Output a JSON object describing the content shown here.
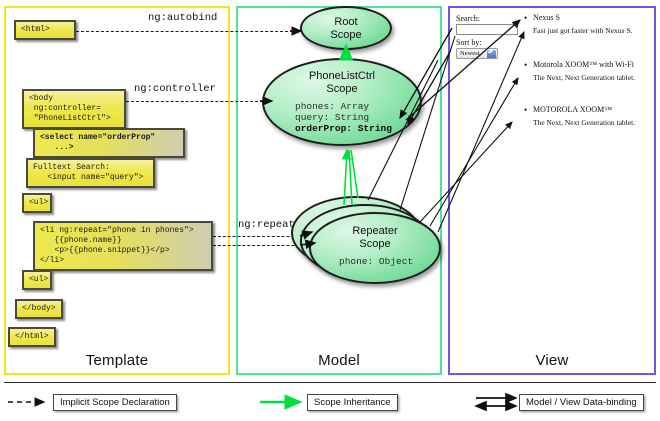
{
  "columns": {
    "template": {
      "title": "Template",
      "border_color": "#f2e41a"
    },
    "model": {
      "title": "Model",
      "border_color": "#4fe39a"
    },
    "view": {
      "title": "View",
      "border_color": "#6a57e8"
    }
  },
  "template_code": [
    {
      "id": "html-open",
      "text": "<html>"
    },
    {
      "id": "body-open",
      "text": "<body\n ng:controller=\n \"PhoneListCtrl\">"
    },
    {
      "id": "select",
      "text": "<select name=\"orderProp\"\n   ...>"
    },
    {
      "id": "fulltext",
      "text": "Fulltext Search:\n   <input name=\"query\">"
    },
    {
      "id": "ul-open",
      "text": "<ul>"
    },
    {
      "id": "li-repeat",
      "text": "<li ng:repeat=\"phone in phones\">\n   {{phone.name}}\n   <p>{{phone.snippet}}</p>\n</li>"
    },
    {
      "id": "ul-close",
      "text": "<ul>"
    },
    {
      "id": "body-close",
      "text": "</body>"
    },
    {
      "id": "html-close",
      "text": "</html>"
    }
  ],
  "connector_labels": {
    "autobind": "ng:autobind",
    "controller": "ng:controller",
    "repeat": "ng:repeat"
  },
  "scopes": [
    {
      "id": "root",
      "name_lines": [
        "Root",
        "Scope"
      ],
      "props": []
    },
    {
      "id": "phonelist",
      "name_lines": [
        "PhoneListCtrl",
        "Scope"
      ],
      "props": [
        {
          "text": "phones: Array",
          "bold": false
        },
        {
          "text": "query: String",
          "bold": false
        },
        {
          "text": "orderProp: String",
          "bold": true
        }
      ]
    },
    {
      "id": "repeater",
      "name_lines": [
        "Repeater",
        "Scope"
      ],
      "props": [
        {
          "text": "phone: Object",
          "bold": false
        }
      ]
    }
  ],
  "view": {
    "search_label": "Search:",
    "search_value": "",
    "sort_label": "Sort by:",
    "sort_selected": "Newest",
    "phones": [
      {
        "name": "Nexus S",
        "snippet": "Fast just got faster with Nexus S."
      },
      {
        "name": "Motorola XOOM™  with Wi-Fi",
        "snippet": "The Next, Next Generation tablet."
      },
      {
        "name": "MOTOROLA XOOM™",
        "snippet": "The Next, Next Generation tablet."
      }
    ]
  },
  "legend": [
    {
      "id": "implicit",
      "label": "Implicit Scope Declaration",
      "style": "dashed",
      "color": "#1a1a1a"
    },
    {
      "id": "inheritance",
      "label": "Scope Inheritance",
      "style": "solid-green",
      "color": "#00e03c"
    },
    {
      "id": "databinding",
      "label": "Model / View Data-binding",
      "style": "double-arrow",
      "color": "#111111"
    }
  ]
}
